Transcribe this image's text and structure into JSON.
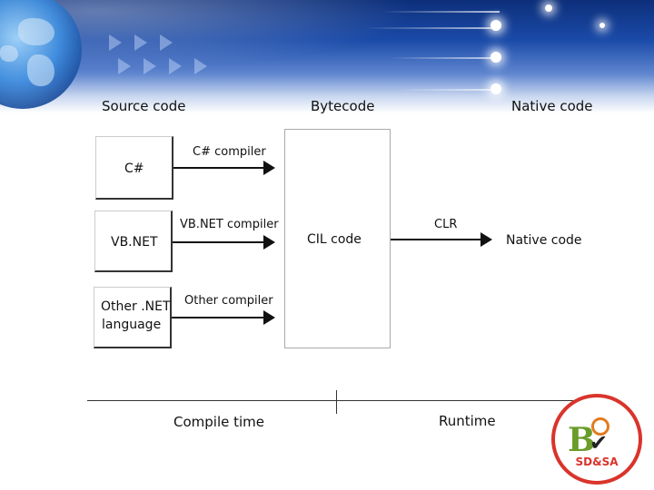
{
  "headers": {
    "source": "Source code",
    "bytecode": "Bytecode",
    "native": "Native code"
  },
  "sources": [
    {
      "label": "C#",
      "compiler": "C# compiler"
    },
    {
      "label": "VB.NET",
      "compiler": "VB.NET compiler"
    },
    {
      "label_line1": "Other .NET",
      "label_line2": "language",
      "compiler": "Other compiler"
    }
  ],
  "bytecode_box": {
    "label": "CIL code"
  },
  "runtime_arrow": {
    "label": "CLR"
  },
  "native_target": {
    "label": "Native code"
  },
  "timeline": {
    "left_label": "Compile time",
    "right_label": "Runtime"
  },
  "logo": {
    "text": "SD&SA",
    "icon": "boc-logo-icon"
  }
}
